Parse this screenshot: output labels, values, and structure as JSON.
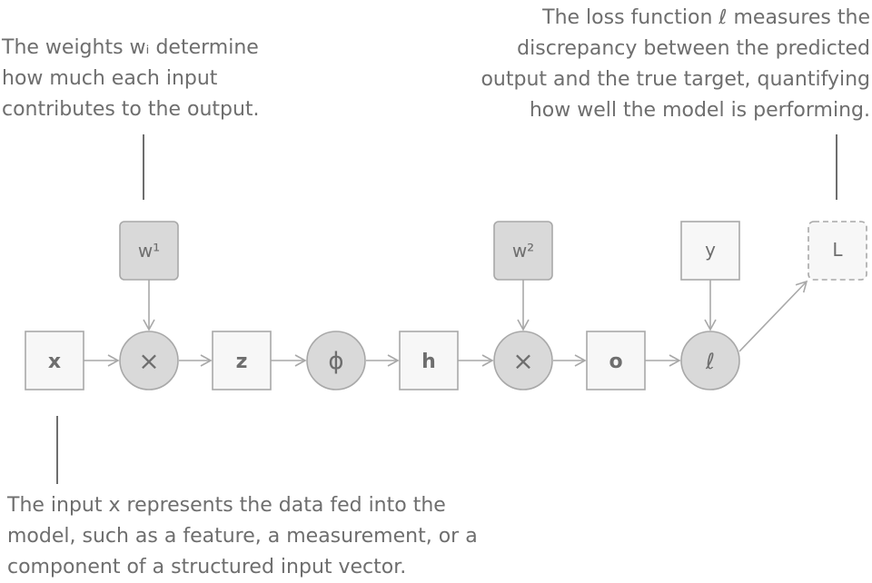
{
  "annotations": {
    "weights": [
      "The weights wᵢ determine",
      "how much each input",
      "contributes to the output."
    ],
    "loss": [
      "The loss function ℓ measures the",
      "discrepancy between the predicted",
      "output and the true target, quantifying",
      "how well the model is performing."
    ],
    "input": [
      "The input x represents the data fed into the",
      "model, such as a feature, a measurement, or a",
      "component of a structured input vector."
    ]
  },
  "nodes": {
    "x": "x",
    "mul1": "×",
    "z": "z",
    "phi": "ϕ",
    "h": "h",
    "mul2": "×",
    "o": "o",
    "loss": "ℓ",
    "w1": "w¹",
    "w2": "w²",
    "y": "y",
    "L": "L"
  },
  "colors": {
    "stroke": "#a8a8a8",
    "text": "#6e6e6e",
    "op_fill": "#d9d9d9",
    "box_fill": "#f7f7f7"
  }
}
